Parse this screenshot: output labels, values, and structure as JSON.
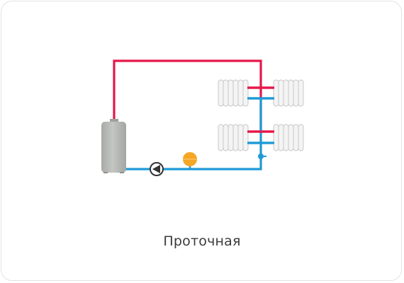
{
  "caption": "Проточная",
  "colors": {
    "hot_pipe": "#e5174a",
    "cold_pipe": "#1e9ad6",
    "boiler": "#b8bab7",
    "radiator": "#d9d9d9",
    "expansion_tank": "#f5a623",
    "pump": "#333333"
  },
  "components": {
    "boiler": "boiler-tank",
    "pump": "circulation-pump",
    "expansion_tank": "expansion-tank",
    "valve": "bypass-valve",
    "radiators": [
      "radiator-top-left",
      "radiator-top-right",
      "radiator-bottom-left",
      "radiator-bottom-right"
    ]
  }
}
